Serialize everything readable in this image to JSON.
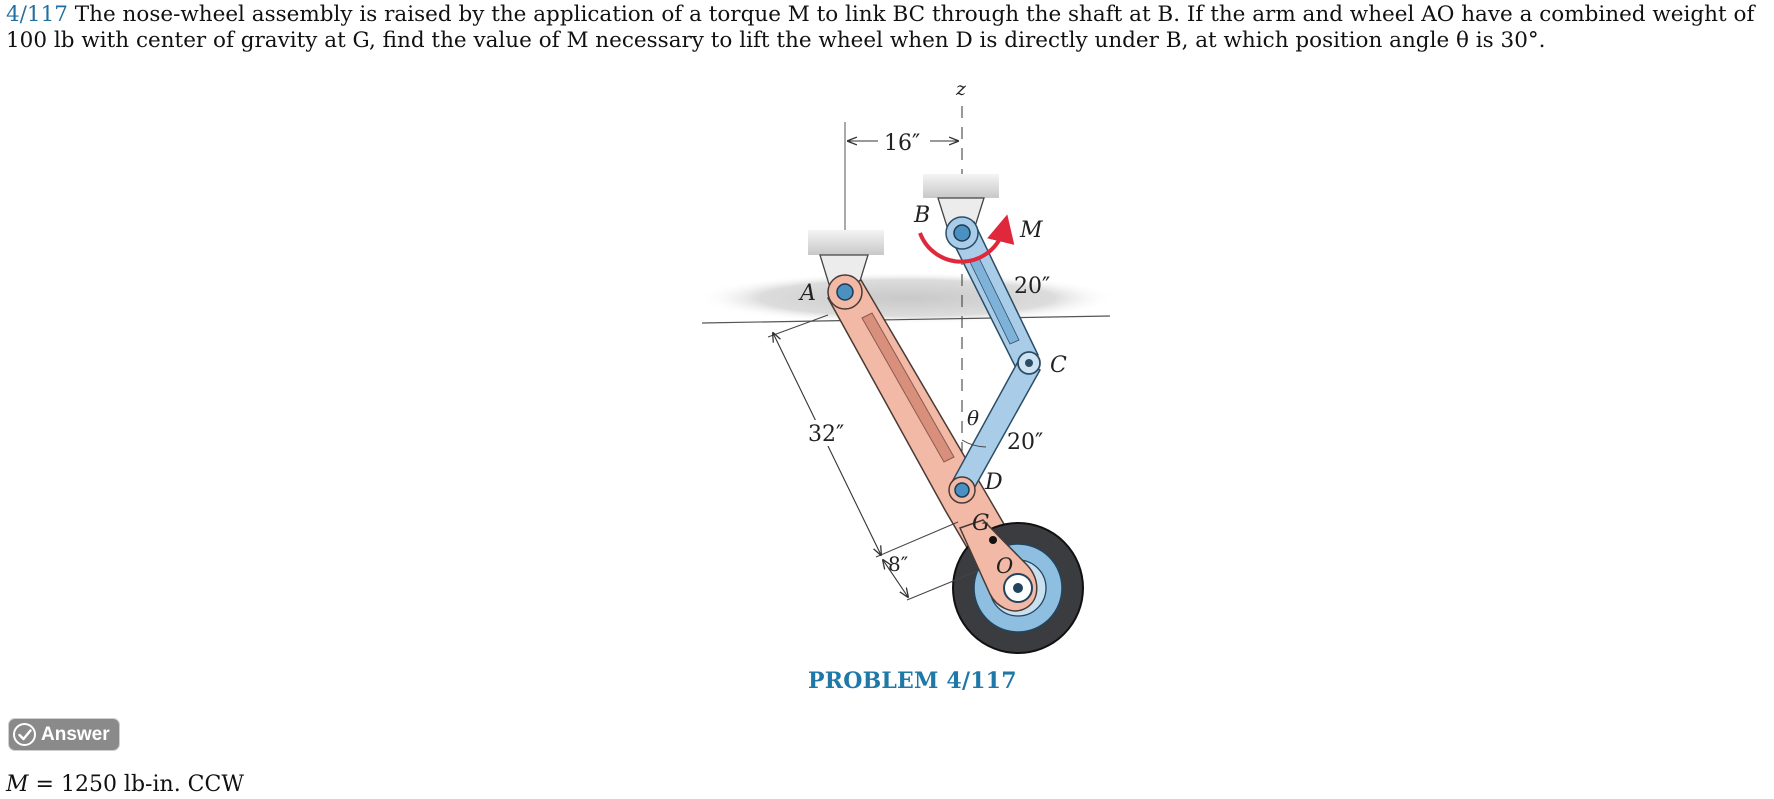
{
  "problem": {
    "number": "4/117",
    "text": " The nose-wheel assembly is raised by the application of a torque M to link BC through the shaft at B. If the arm and wheel AO have a combined weight of 100 lb with center of gravity at G, find the value of M necessary to lift the wheel when D is directly under B, at which position angle θ is 30°."
  },
  "figure": {
    "labels": {
      "A": "A",
      "B": "B",
      "C": "C",
      "D": "D",
      "G": "G",
      "O": "O",
      "M": "M",
      "z": "z",
      "theta": "θ"
    },
    "dimensions": {
      "top": "16″",
      "bc": "20″",
      "cd": "20″",
      "ad": "32″",
      "dg": "8″"
    },
    "colors": {
      "arm": "#f2b9a6",
      "link": "#a9cde8",
      "moment_arrow": "#e0283c",
      "support": "#d0d0d0"
    },
    "caption": "PROBLEM 4/117"
  },
  "answer": {
    "button_label": "Answer",
    "variable": "M",
    "result": " = 1250 lb-in. CCW"
  }
}
